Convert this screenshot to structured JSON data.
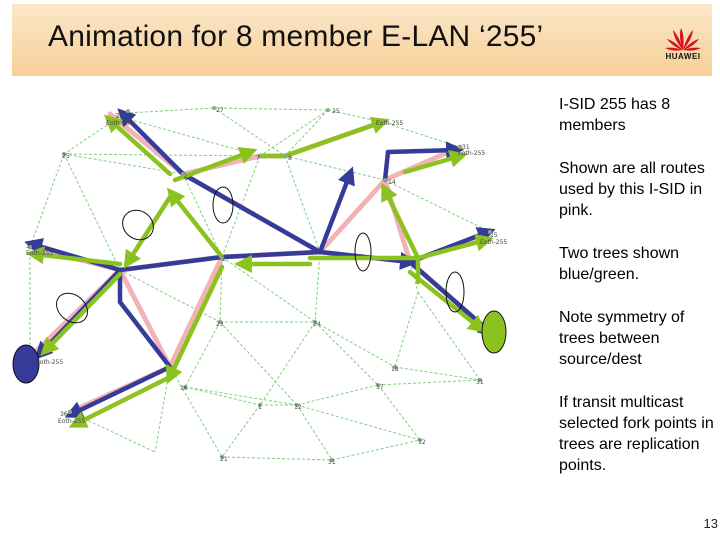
{
  "header": {
    "title": "Animation for 8 member E-LAN ‘255’",
    "logo_text": "HUAWEI"
  },
  "diagram": {
    "node_labels": [
      "26",
      "27",
      "25",
      "25",
      "7",
      "8",
      "31",
      "6",
      "14",
      "3",
      "25",
      "2",
      "23",
      "24",
      "18",
      "16",
      "17",
      "31",
      "1",
      "12",
      "12",
      "21",
      "31",
      "36"
    ],
    "member_labels": [
      "Eoth-255",
      "Eoth-255",
      "Eoth-255",
      "Eoth-255",
      "Eoth-255",
      "Eoth-255",
      "Eoth-255"
    ],
    "colors": {
      "tree_blue": "#343b98",
      "tree_green": "#8bc21f",
      "route_pink": "#f2b3b6",
      "mesh": "#7fd07f"
    }
  },
  "bullets": [
    "I-SID 255 has 8 members",
    "Shown are all routes used by this I-SID in pink.",
    "Two trees shown blue/green.",
    "Note symmetry of trees between source/dest",
    "If transit multicast selected fork points in trees are replication points."
  ],
  "footer": {
    "page_number": "13"
  }
}
